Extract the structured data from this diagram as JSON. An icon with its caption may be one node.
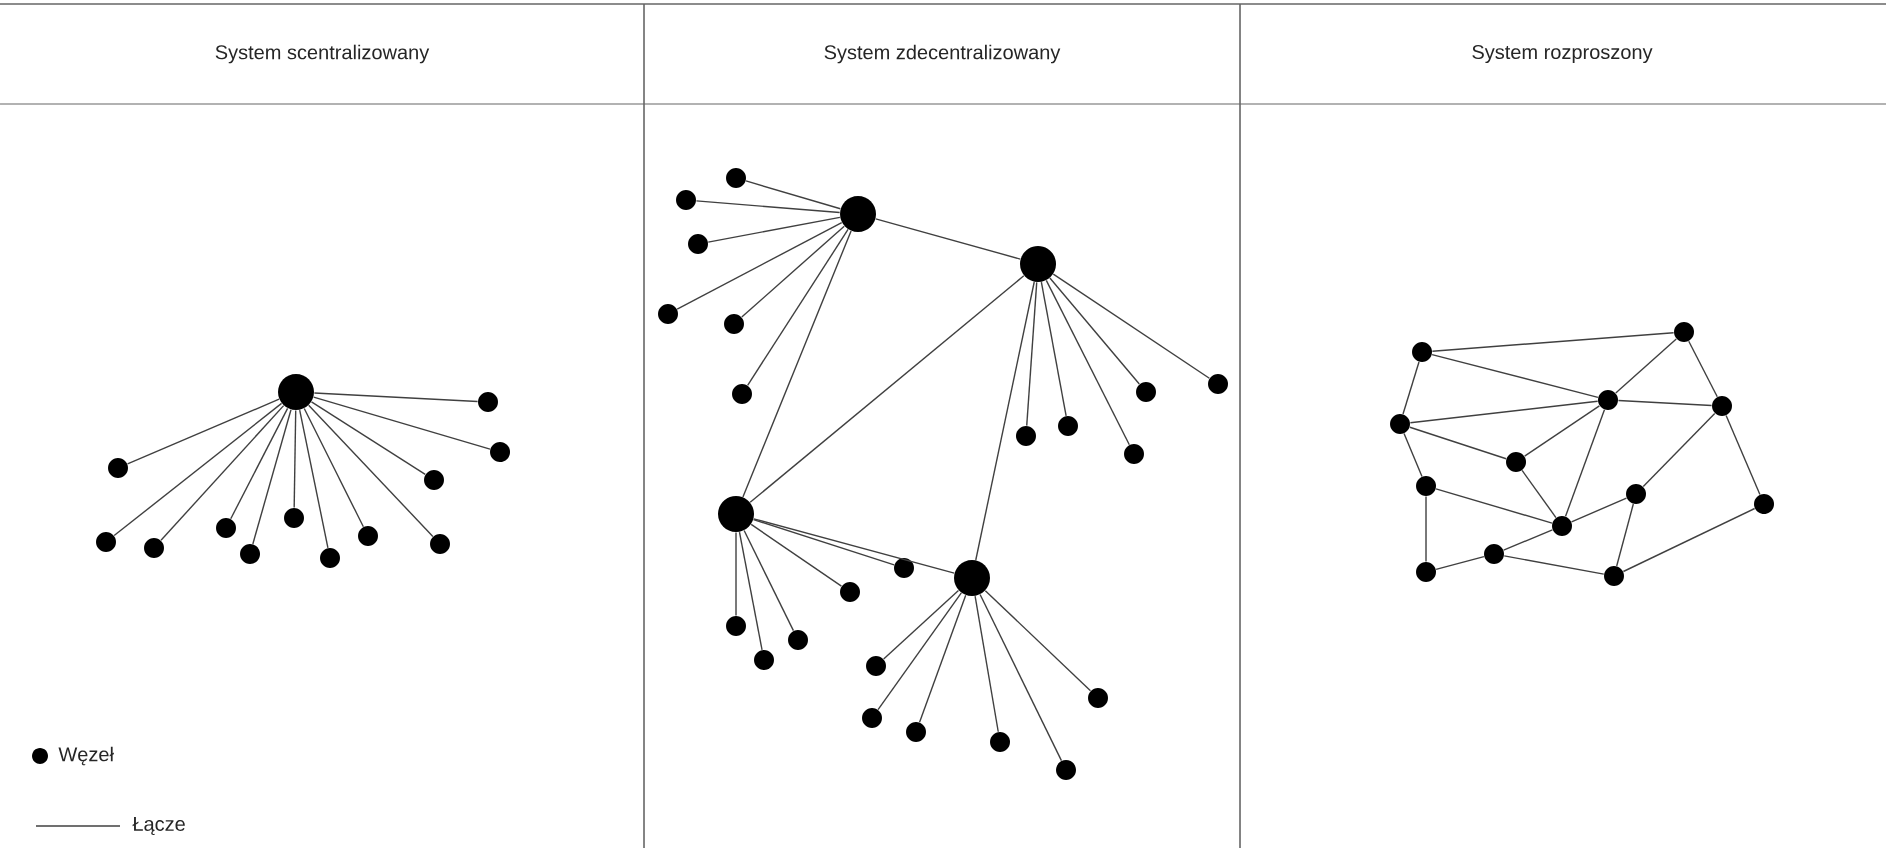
{
  "diagram": {
    "nodes": [
      {
        "text": [],
        "shape": "circle"
      },
      {
        "text": [],
        "shape": "circle"
      },
      {
        "text": [],
        "shape": "circle"
      },
      {
        "text": [],
        "shape": "circle"
      },
      {
        "text": [],
        "shape": "circle"
      },
      {
        "text": [],
        "shape": "circle"
      },
      {
        "text": [],
        "shape": "circle"
      },
      {
        "text": [],
        "shape": "circle"
      },
      {
        "text": [],
        "shape": "circle"
      },
      {
        "text": [],
        "shape": "circle"
      },
      {
        "text": [],
        "shape": "circle"
      },
      {
        "text": [],
        "shape": "circle"
      },
      {
        "text": [],
        "shape": "circle"
      },
      {
        "text": [],
        "shape": "circle"
      },
      {
        "text": [],
        "shape": "circle"
      },
      {
        "text": [],
        "shape": "circle"
      },
      {
        "text": [],
        "shape": "circle"
      },
      {
        "text": [],
        "shape": "circle"
      },
      {
        "text": [],
        "shape": "circle"
      },
      {
        "text": [],
        "shape": "circle"
      },
      {
        "text": [],
        "shape": "circle"
      },
      {
        "text": [],
        "shape": "circle"
      },
      {
        "text": [],
        "shape": "circle"
      },
      {
        "text": [],
        "shape": "circle"
      },
      {
        "text": [],
        "shape": "circle"
      },
      {
        "text": [],
        "shape": "circle"
      },
      {
        "text": [],
        "shape": "circle"
      },
      {
        "text": [],
        "shape": "circle"
      },
      {
        "text": [],
        "shape": "circle"
      },
      {
        "text": [],
        "shape": "circle"
      },
      {
        "text": [],
        "shape": "circle"
      },
      {
        "text": [],
        "shape": "circle"
      },
      {
        "text": [],
        "shape": "circle"
      },
      {
        "text": [],
        "shape": "circle"
      },
      {
        "text": [],
        "shape": "circle"
      },
      {
        "text": [],
        "shape": "circle"
      },
      {
        "text": [],
        "shape": "circle"
      },
      {
        "text": [],
        "shape": "circle"
      },
      {
        "text": [],
        "shape": "circle"
      },
      {
        "text": [],
        "shape": "circle"
      },
      {
        "text": [],
        "shape": "circle"
      },
      {
        "text": [],
        "shape": "circle"
      },
      {
        "text": [],
        "shape": "circle"
      },
      {
        "text": [],
        "shape": "circle"
      },
      {
        "text": [],
        "shape": "circle"
      },
      {
        "text": [],
        "shape": "circle"
      },
      {
        "text": [],
        "shape": "circle"
      },
      {
        "text": [],
        "shape": "circle"
      },
      {
        "text": [],
        "shape": "circle"
      },
      {
        "text": [],
        "shape": "circle"
      },
      {
        "text": [],
        "shape": "circle"
      },
      {
        "text": [],
        "shape": "circle"
      }
    ],
    "edges": [
      {
        "from": 0,
        "to": 1,
        "arrow": "none"
      },
      {
        "from": 0,
        "to": 2,
        "arrow": "none"
      },
      {
        "from": 0,
        "to": 3,
        "arrow": "none"
      },
      {
        "from": 0,
        "to": 4,
        "arrow": "none"
      },
      {
        "from": 0,
        "to": 5,
        "arrow": "none"
      },
      {
        "from": 0,
        "to": 6,
        "arrow": "none"
      },
      {
        "from": 0,
        "to": 7,
        "arrow": "none"
      },
      {
        "from": 0,
        "to": 8,
        "arrow": "none"
      },
      {
        "from": 0,
        "to": 9,
        "arrow": "none"
      },
      {
        "from": 0,
        "to": 10,
        "arrow": "none"
      },
      {
        "from": 0,
        "to": 11,
        "arrow": "none"
      },
      {
        "from": 0,
        "to": 12,
        "arrow": "none"
      },
      {
        "from": 13,
        "to": 14,
        "arrow": "none"
      },
      {
        "from": 13,
        "to": 15,
        "arrow": "none"
      },
      {
        "from": 14,
        "to": 15,
        "arrow": "none"
      },
      {
        "from": 14,
        "to": 16,
        "arrow": "none"
      },
      {
        "from": 15,
        "to": 16,
        "arrow": "none"
      },
      {
        "from": 13,
        "to": 17,
        "arrow": "none"
      },
      {
        "from": 13,
        "to": 18,
        "arrow": "none"
      },
      {
        "from": 13,
        "to": 19,
        "arrow": "none"
      },
      {
        "from": 13,
        "to": 20,
        "arrow": "none"
      },
      {
        "from": 13,
        "to": 21,
        "arrow": "none"
      },
      {
        "from": 15,
        "to": 22,
        "arrow": "none"
      },
      {
        "from": 13,
        "to": 23,
        "arrow": "none"
      },
      {
        "from": 15,
        "to": 24,
        "arrow": "none"
      },
      {
        "from": 15,
        "to": 25,
        "arrow": "none"
      },
      {
        "from": 15,
        "to": 26,
        "arrow": "none"
      },
      {
        "from": 16,
        "to": 27,
        "arrow": "none"
      },
      {
        "from": 16,
        "to": 28,
        "arrow": "none"
      },
      {
        "from": 15,
        "to": 29,
        "arrow": "none"
      },
      {
        "from": 16,
        "to": 30,
        "arrow": "none"
      },
      {
        "from": 16,
        "to": 31,
        "arrow": "none"
      },
      {
        "from": 14,
        "to": 32,
        "arrow": "none"
      },
      {
        "from": 16,
        "to": 33,
        "arrow": "none"
      },
      {
        "from": 14,
        "to": 34,
        "arrow": "none"
      },
      {
        "from": 16,
        "to": 35,
        "arrow": "none"
      },
      {
        "from": 14,
        "to": 36,
        "arrow": "none"
      },
      {
        "from": 14,
        "to": 37,
        "arrow": "none"
      },
      {
        "from": 14,
        "to": 38,
        "arrow": "none"
      },
      {
        "from": 40,
        "to": 49,
        "arrow": "none"
      },
      {
        "from": 40,
        "to": 46,
        "arrow": "none"
      },
      {
        "from": 40,
        "to": 39,
        "arrow": "none"
      },
      {
        "from": 49,
        "to": 46,
        "arrow": "none"
      },
      {
        "from": 49,
        "to": 50,
        "arrow": "none"
      },
      {
        "from": 46,
        "to": 50,
        "arrow": "none"
      },
      {
        "from": 39,
        "to": 46,
        "arrow": "none"
      },
      {
        "from": 39,
        "to": 44,
        "arrow": "none"
      },
      {
        "from": 39,
        "to": 41,
        "arrow": "none"
      },
      {
        "from": 44,
        "to": 46,
        "arrow": "none"
      },
      {
        "from": 44,
        "to": 45,
        "arrow": "none"
      },
      {
        "from": 46,
        "to": 45,
        "arrow": "none"
      },
      {
        "from": 50,
        "to": 48,
        "arrow": "none"
      },
      {
        "from": 50,
        "to": 51,
        "arrow": "none"
      },
      {
        "from": 41,
        "to": 45,
        "arrow": "none"
      },
      {
        "from": 41,
        "to": 42,
        "arrow": "none"
      },
      {
        "from": 45,
        "to": 48,
        "arrow": "none"
      },
      {
        "from": 43,
        "to": 45,
        "arrow": "none"
      },
      {
        "from": 42,
        "to": 43,
        "arrow": "none"
      },
      {
        "from": 43,
        "to": 47,
        "arrow": "none"
      },
      {
        "from": 47,
        "to": 48,
        "arrow": "none"
      },
      {
        "from": 47,
        "to": 51,
        "arrow": "none"
      }
    ],
    "labels": [
      "System scentralizowany",
      "System zdecentralizowany",
      "System rozproszony"
    ],
    "legend": [
      {
        "text": "Węzeł"
      },
      {
        "text": "Łącze"
      }
    ]
  }
}
